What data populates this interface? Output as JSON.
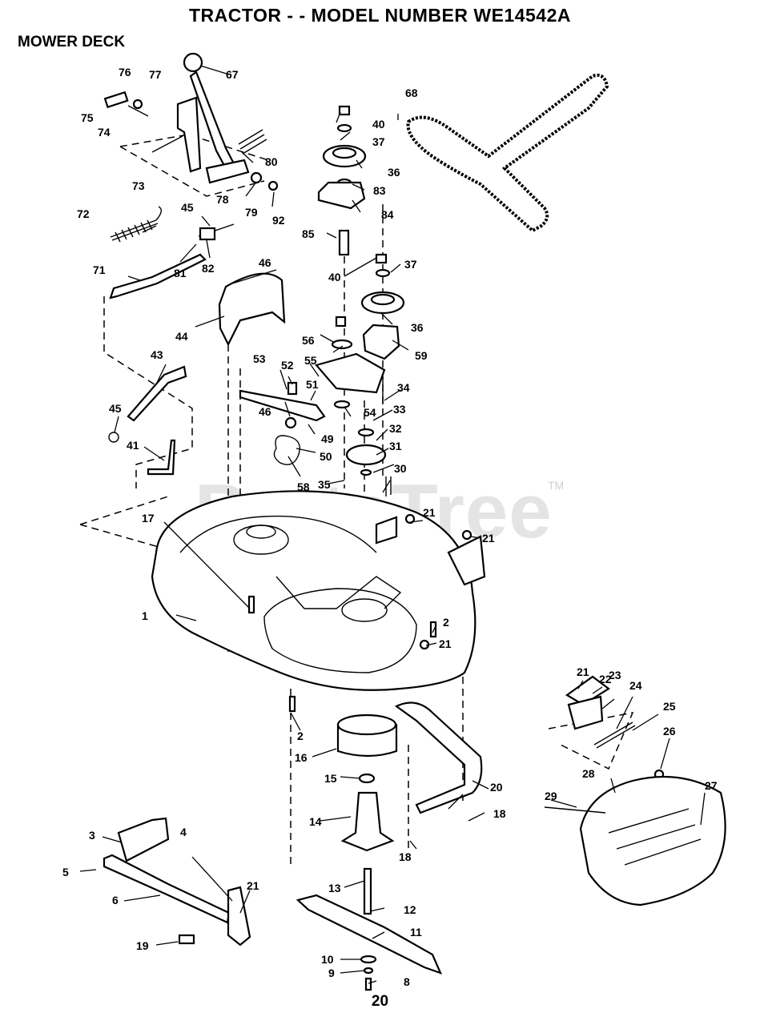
{
  "title": "TRACTOR - - MODEL NUMBER WE14542A",
  "section": "MOWER DECK",
  "watermark": "PartsTree",
  "watermark_tm": "TM",
  "page_number": "20",
  "callouts": [
    "76",
    "67",
    "77",
    "75",
    "74",
    "73",
    "80",
    "78",
    "79",
    "92",
    "72",
    "45",
    "81",
    "82",
    "71",
    "46",
    "44",
    "43",
    "45",
    "41",
    "53",
    "52",
    "46",
    "49",
    "50",
    "58",
    "51",
    "55",
    "56",
    "40",
    "37",
    "36",
    "83",
    "84",
    "85",
    "68",
    "40",
    "37",
    "36",
    "59",
    "34",
    "33",
    "54",
    "32",
    "31",
    "30",
    "35",
    "21",
    "21",
    "17",
    "1",
    "2",
    "21",
    "2",
    "16",
    "15",
    "14",
    "13",
    "12",
    "11",
    "10",
    "9",
    "8",
    "3",
    "4",
    "5",
    "6",
    "21",
    "19",
    "20",
    "18",
    "18",
    "21",
    "22",
    "23",
    "24",
    "25",
    "26",
    "27",
    "28",
    "29"
  ]
}
